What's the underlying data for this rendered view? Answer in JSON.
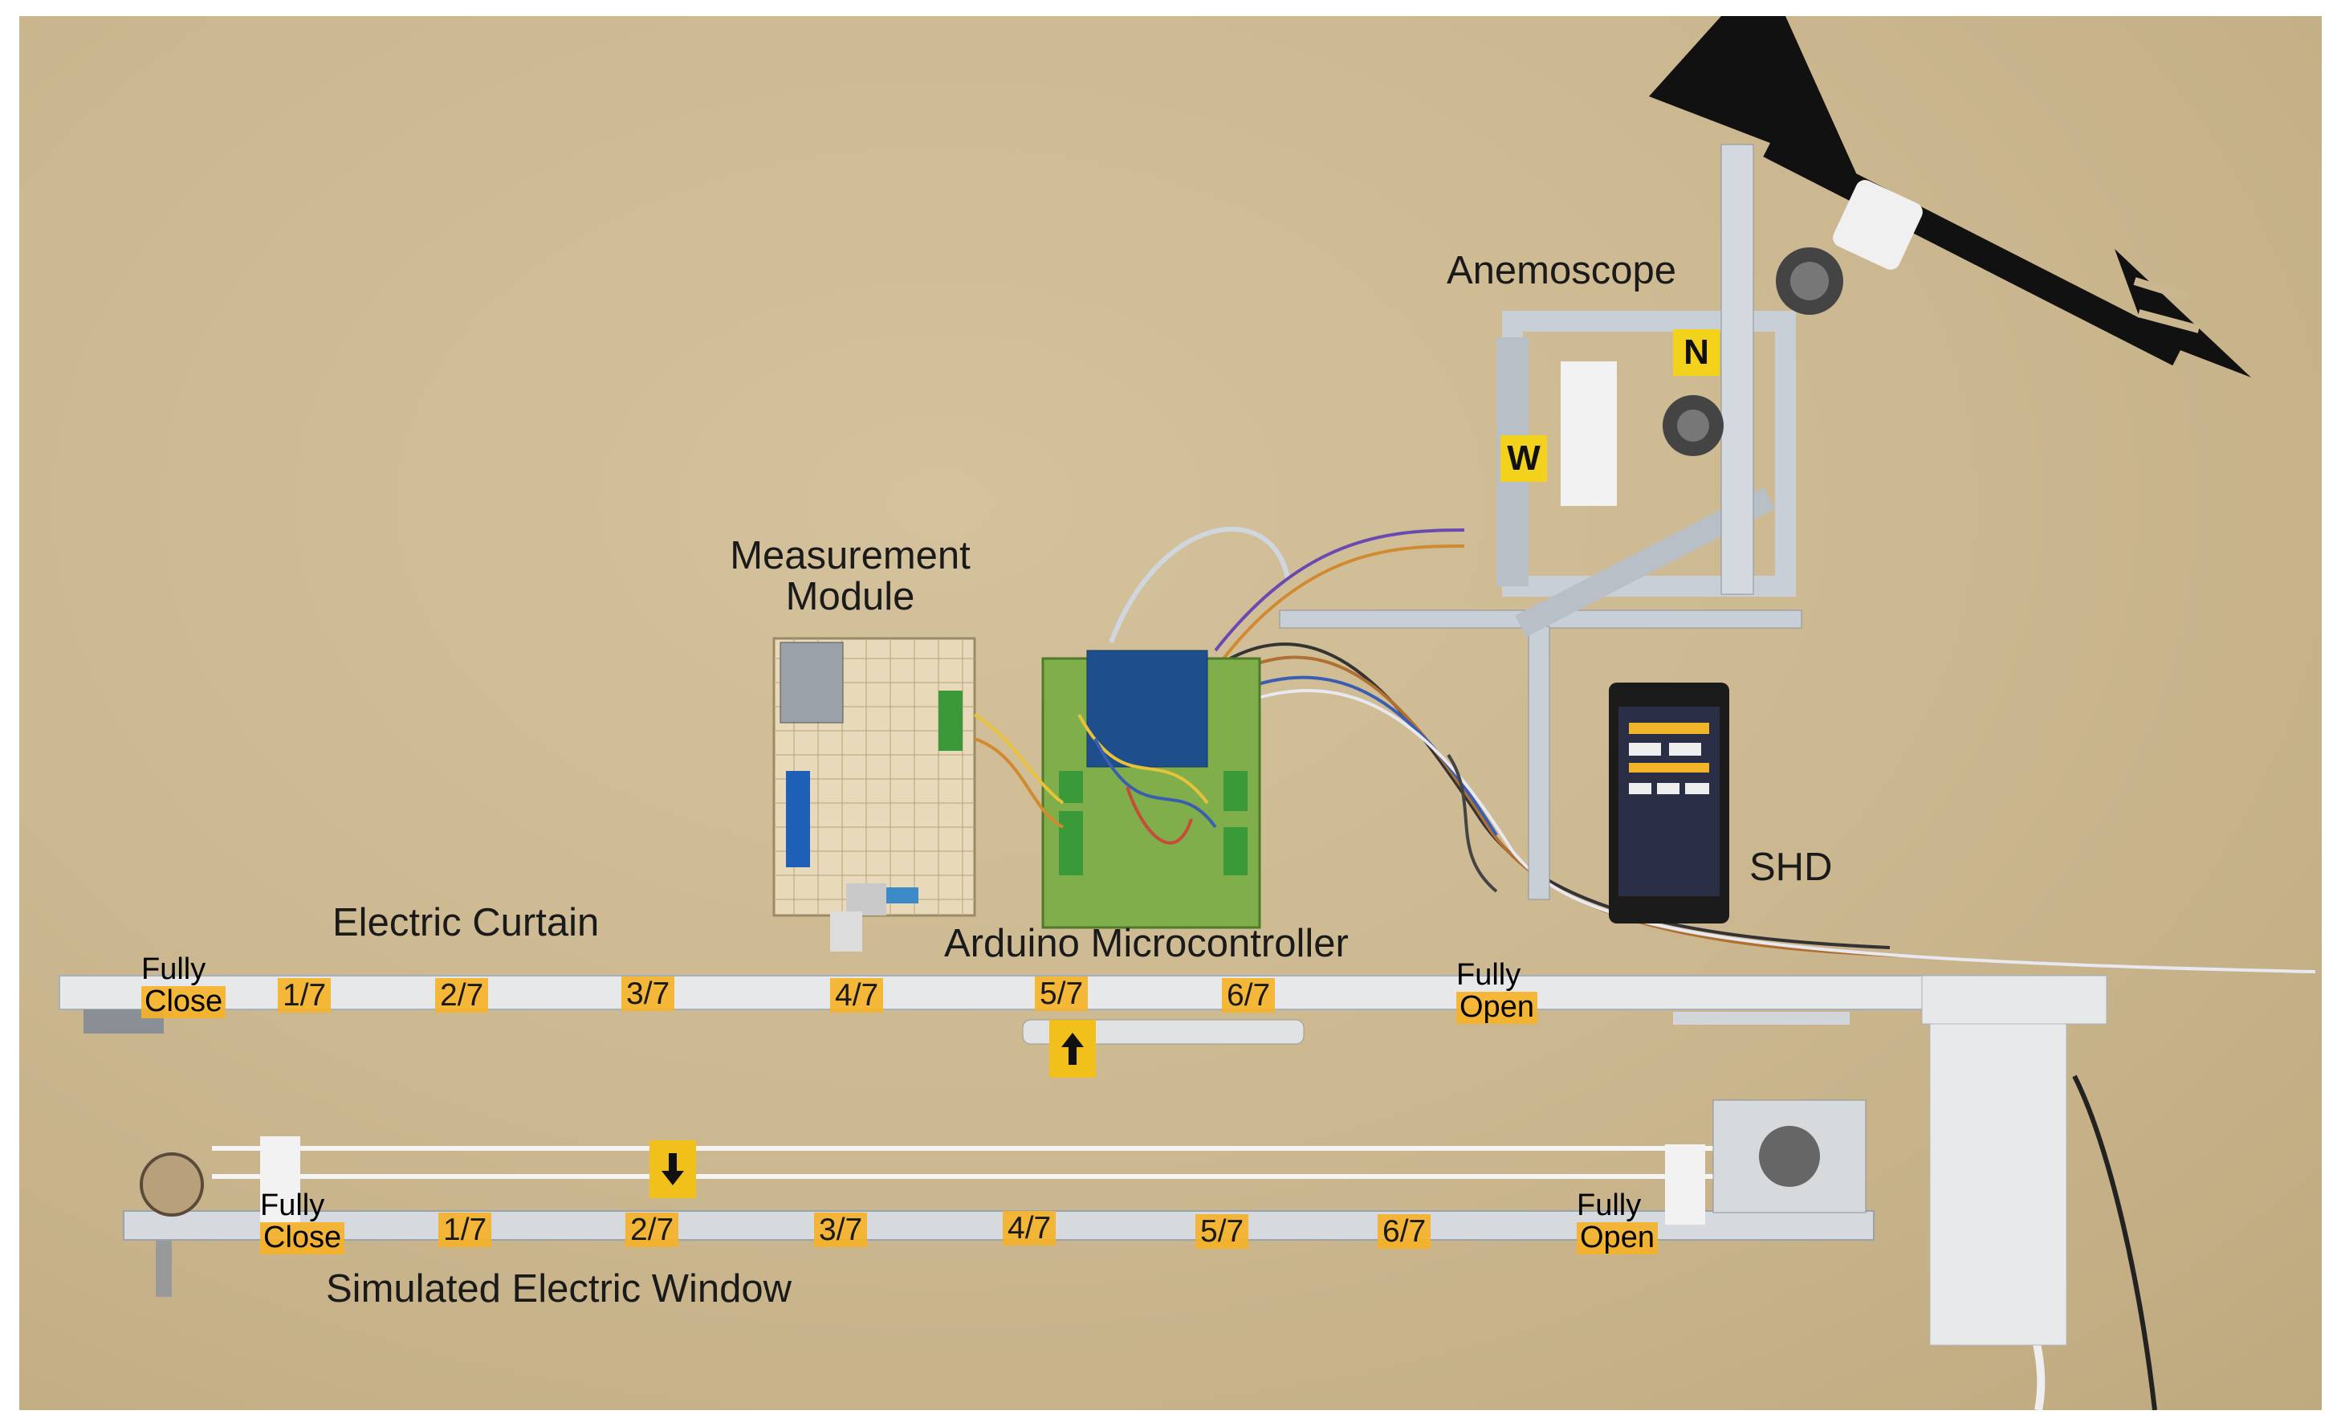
{
  "labels": {
    "anemoscope": "Anemoscope",
    "measurement_module_line1": "Measurement",
    "measurement_module_line2": "Module",
    "electric_curtain": "Electric Curtain",
    "arduino": "Arduino Microcontroller",
    "shd": "SHD",
    "simulated_window": "Simulated Electric Window"
  },
  "compass_tags": {
    "north": "N",
    "west": "W"
  },
  "curtain_marks": {
    "fully_close_line1": "Fully",
    "fully_close_line2": "Close",
    "positions": [
      "1/7",
      "2/7",
      "3/7",
      "4/7",
      "5/7",
      "6/7"
    ],
    "fully_open_line1": "Fully",
    "fully_open_line2": "Open"
  },
  "window_marks": {
    "fully_close_line1": "Fully",
    "fully_close_line2": "Close",
    "positions": [
      "1/7",
      "2/7",
      "3/7",
      "4/7",
      "5/7",
      "6/7"
    ],
    "fully_open_line1": "Fully",
    "fully_open_line2": "Open"
  },
  "colors": {
    "table": "#cbb78f",
    "rail": "#e6e8ea",
    "tape": "#f5b228",
    "tag": "#f2d21a",
    "pcb_green": "#7fae4a",
    "arduino_blue": "#1f4e8c"
  }
}
